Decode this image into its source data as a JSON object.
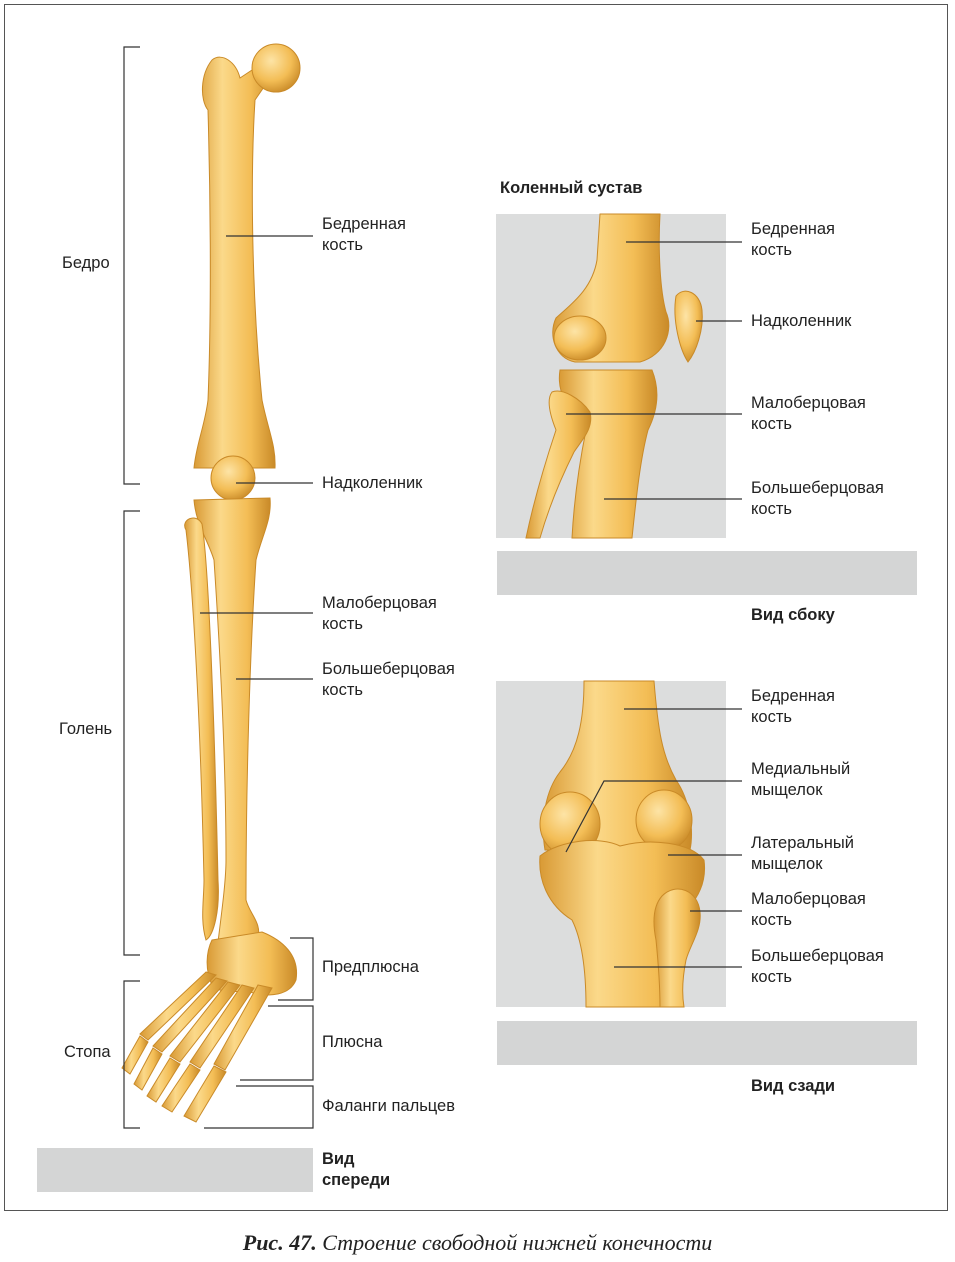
{
  "left_view": {
    "regions": {
      "thigh": "Бедро",
      "shin": "Голень",
      "foot": "Стопа"
    },
    "labels": {
      "femur": "Бедренная\nкость",
      "patella": "Надколенник",
      "fibula": "Малоберцовая\nкость",
      "tibia": "Большеберцовая\nкость",
      "tarsus": "Предплюсна",
      "metatarsus": "Плюсна",
      "phalanges": "Фаланги пальцев"
    },
    "view_title": "Вид\nспереди"
  },
  "knee_joint": {
    "title": "Коленный сустав",
    "side_view": {
      "labels": {
        "femur": "Бедренная\nкость",
        "patella": "Надколенник",
        "fibula": "Малоберцовая\nкость",
        "tibia": "Большеберцовая\nкость"
      },
      "view_title": "Вид сбоку"
    },
    "back_view": {
      "labels": {
        "femur": "Бедренная\nкость",
        "medial_condyle": "Медиальный\nмыщелок",
        "lateral_condyle": "Латеральный\nмыщелок",
        "fibula": "Малоберцовая\nкость",
        "tibia": "Большеберцовая\nкость"
      },
      "view_title": "Вид сзади"
    }
  },
  "caption": {
    "number": "Рис. 47.",
    "text": "Строение свободной нижней конечности"
  },
  "colors": {
    "bone_fill": "#f3bd55",
    "bone_light": "#fbd98a",
    "bone_shadow": "#d9962e",
    "photo_bg": "#dcdddd",
    "bar_gray": "#d4d5d5"
  }
}
